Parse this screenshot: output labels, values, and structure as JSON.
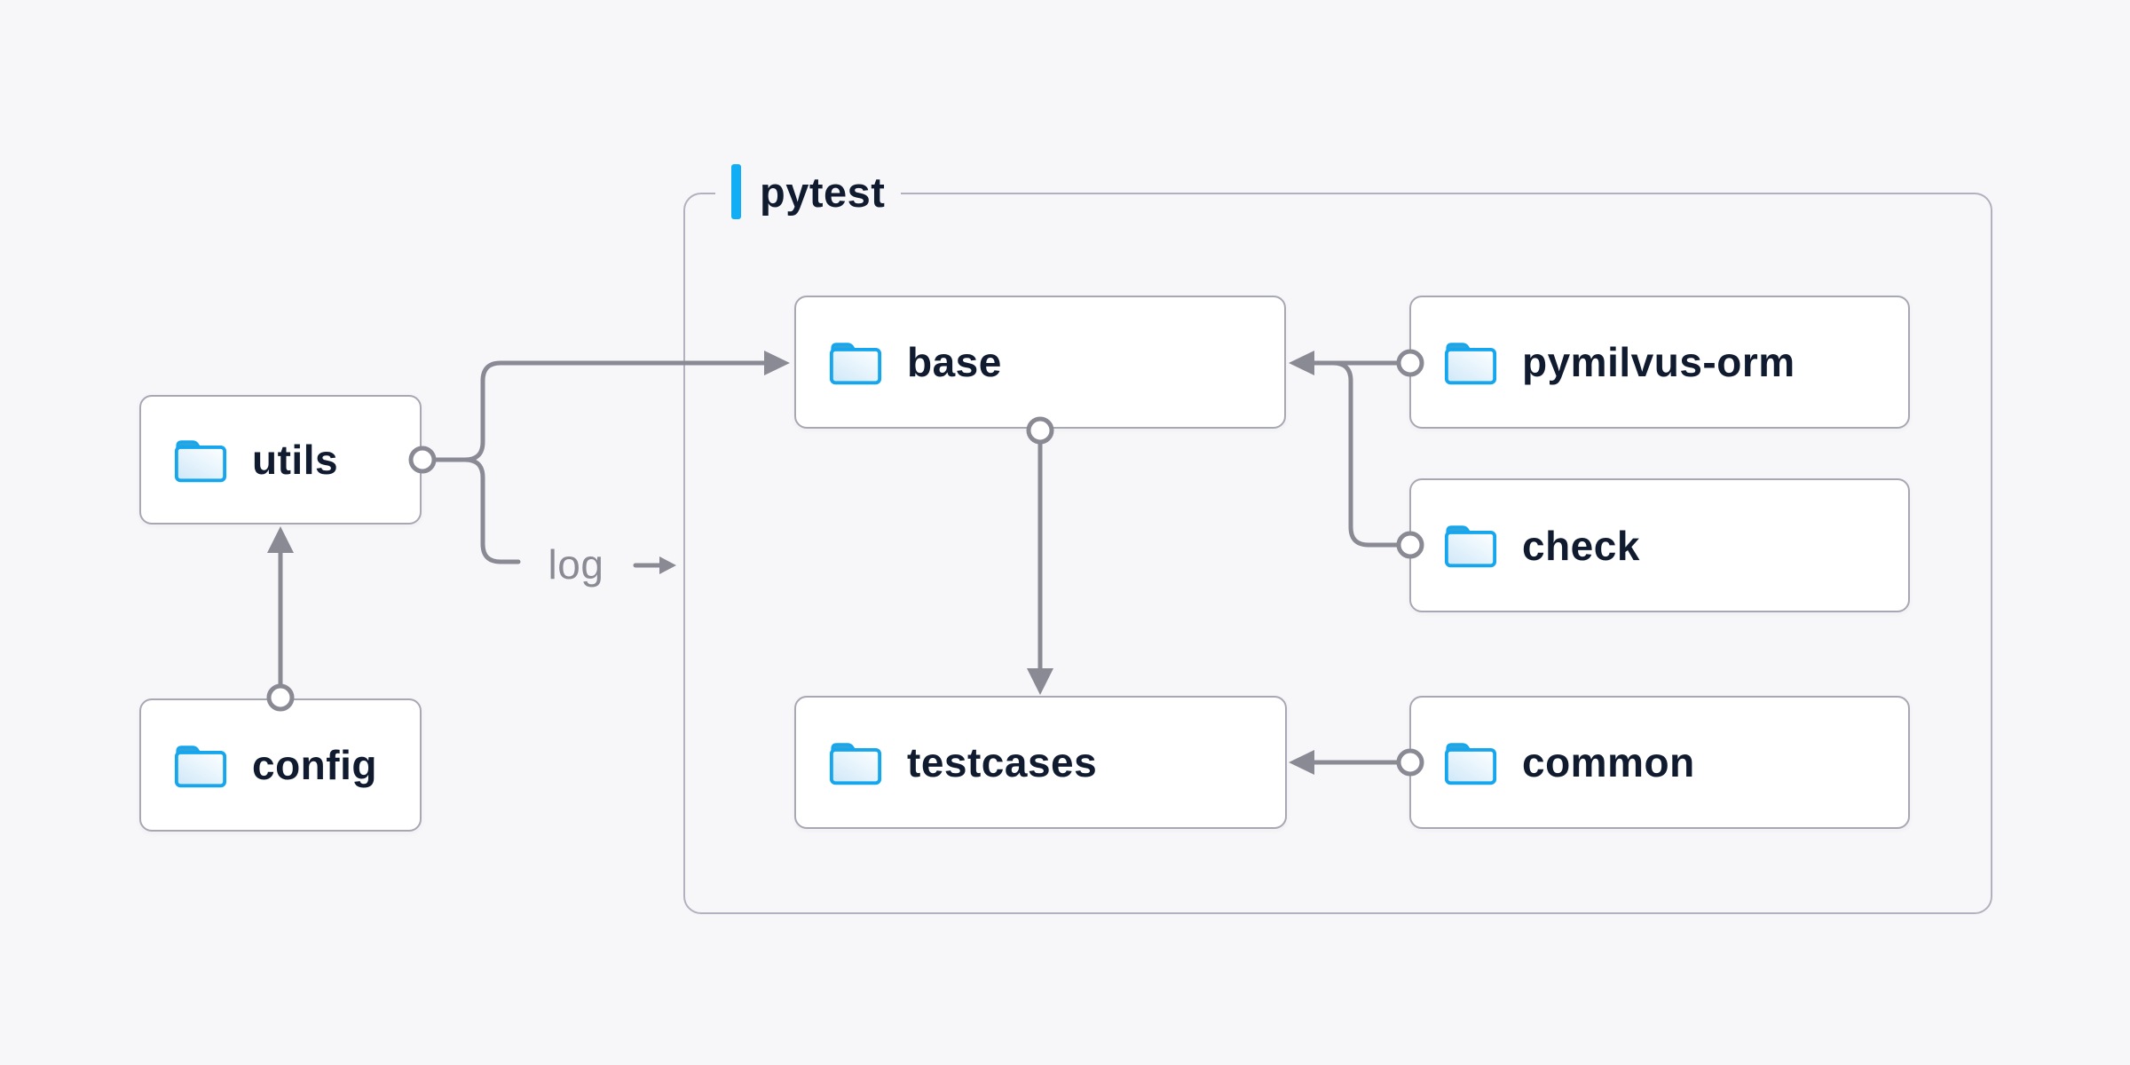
{
  "group": {
    "label": "pytest"
  },
  "nodes": {
    "utils": {
      "label": "utils",
      "icon": "folder-icon"
    },
    "config": {
      "label": "config",
      "icon": "folder-icon"
    },
    "base": {
      "label": "base",
      "icon": "folder-icon"
    },
    "pymilvus_orm": {
      "label": "pymilvus-orm",
      "icon": "folder-icon"
    },
    "check": {
      "label": "check",
      "icon": "folder-icon"
    },
    "testcases": {
      "label": "testcases",
      "icon": "folder-icon"
    },
    "common": {
      "label": "common",
      "icon": "folder-icon"
    }
  },
  "edges": {
    "list": [
      {
        "from": "config",
        "to": "utils"
      },
      {
        "from": "utils",
        "to": "base"
      },
      {
        "from": "utils",
        "to": "pytest-group",
        "label": "log"
      },
      {
        "from": "base",
        "to": "testcases"
      },
      {
        "from": "pymilvus-orm",
        "to": "base"
      },
      {
        "from": "check",
        "to": "base"
      },
      {
        "from": "common",
        "to": "testcases"
      }
    ]
  },
  "colors": {
    "background": "#f7f7f9",
    "node_fill": "#ffffff",
    "node_border": "#a8a8b4",
    "group_border": "#b2b1bf",
    "connector": "#8a8a95",
    "label_text": "#101b30",
    "muted_text": "#8a8a95",
    "accent_blue": "#12aef5",
    "folder_blue": "#16a6ed"
  }
}
